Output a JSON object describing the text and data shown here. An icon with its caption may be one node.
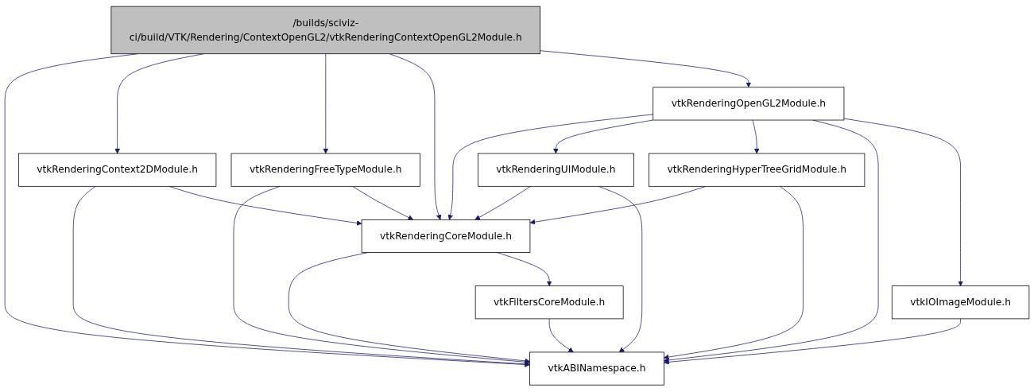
{
  "diagram": {
    "nodes": [
      {
        "text": [
          "/builds/sciviz-ci/build/VTK/Rendering/ContextOpenGL2/vtkRenderingContextOpenGL2Module.h"
        ]
      },
      {
        "text": [
          "vtkRenderingOpenGL2Module.h"
        ]
      },
      {
        "text": [
          "vtkRenderingContext2DModule.h"
        ]
      },
      {
        "text": [
          "vtkRenderingFreeTypeModule.h"
        ]
      },
      {
        "text": [
          "vtkRenderingUIModule.h"
        ]
      },
      {
        "text": [
          "vtkRenderingHyperTreeGridModule.h"
        ]
      },
      {
        "text": [
          "vtkRenderingCoreModule.h"
        ]
      },
      {
        "text": [
          "vtkIOImageModule.h"
        ]
      },
      {
        "text": [
          "vtkFiltersCoreModule.h"
        ]
      },
      {
        "text": [
          "vtkABINamespace.h"
        ]
      }
    ],
    "edges": [
      {
        "from": 0,
        "to": 9,
        "arrow": "to"
      },
      {
        "from": 0,
        "to": 2,
        "arrow": "to"
      },
      {
        "from": 0,
        "to": 3,
        "arrow": "to"
      },
      {
        "from": 0,
        "to": 6,
        "arrow": "to"
      },
      {
        "from": 0,
        "to": 1,
        "arrow": "to"
      },
      {
        "from": 1,
        "to": 6,
        "arrow": "to"
      },
      {
        "from": 1,
        "to": 4,
        "arrow": "to"
      },
      {
        "from": 1,
        "to": 5,
        "arrow": "to"
      },
      {
        "from": 1,
        "to": 9,
        "arrow": "to"
      },
      {
        "from": 1,
        "to": 7,
        "arrow": "to"
      },
      {
        "from": 2,
        "to": 9,
        "arrow": "to"
      },
      {
        "from": 2,
        "to": 6,
        "arrow": "to"
      },
      {
        "from": 3,
        "to": 9,
        "arrow": "to"
      },
      {
        "from": 3,
        "to": 6,
        "arrow": "to"
      },
      {
        "from": 4,
        "to": 6,
        "arrow": "to"
      },
      {
        "from": 4,
        "to": 9,
        "arrow": "to"
      },
      {
        "from": 5,
        "to": 6,
        "arrow": "to"
      },
      {
        "from": 5,
        "to": 9,
        "arrow": "to"
      },
      {
        "from": 6,
        "to": 9,
        "arrow": "to"
      },
      {
        "from": 6,
        "to": 8,
        "arrow": "to"
      },
      {
        "from": 8,
        "to": 9,
        "arrow": "to"
      },
      {
        "from": 7,
        "to": 9,
        "arrow": "to"
      }
    ]
  }
}
